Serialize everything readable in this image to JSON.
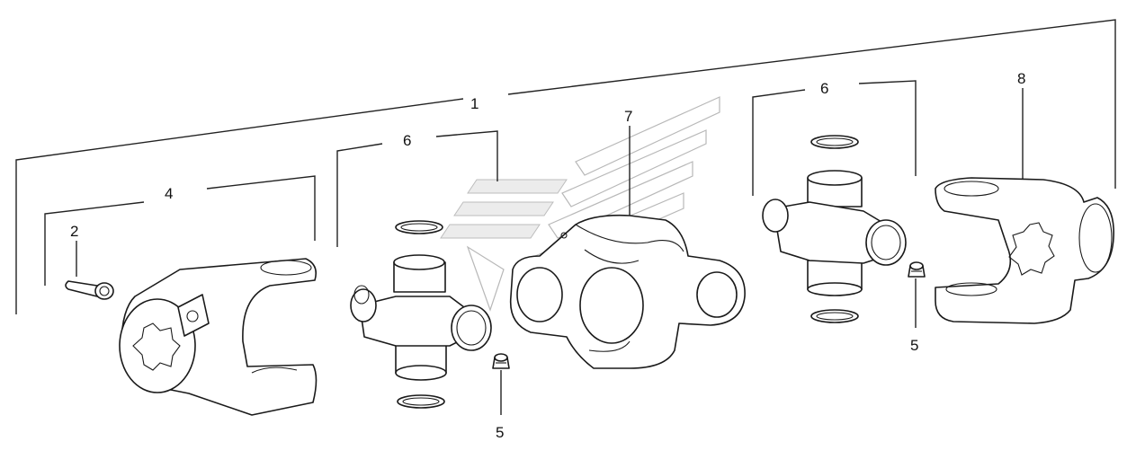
{
  "callouts": {
    "c1": "1",
    "c2": "2",
    "c4": "4",
    "c5a": "5",
    "c5b": "5",
    "c6a": "6",
    "c6b": "6",
    "c7": "7",
    "c8": "8"
  }
}
